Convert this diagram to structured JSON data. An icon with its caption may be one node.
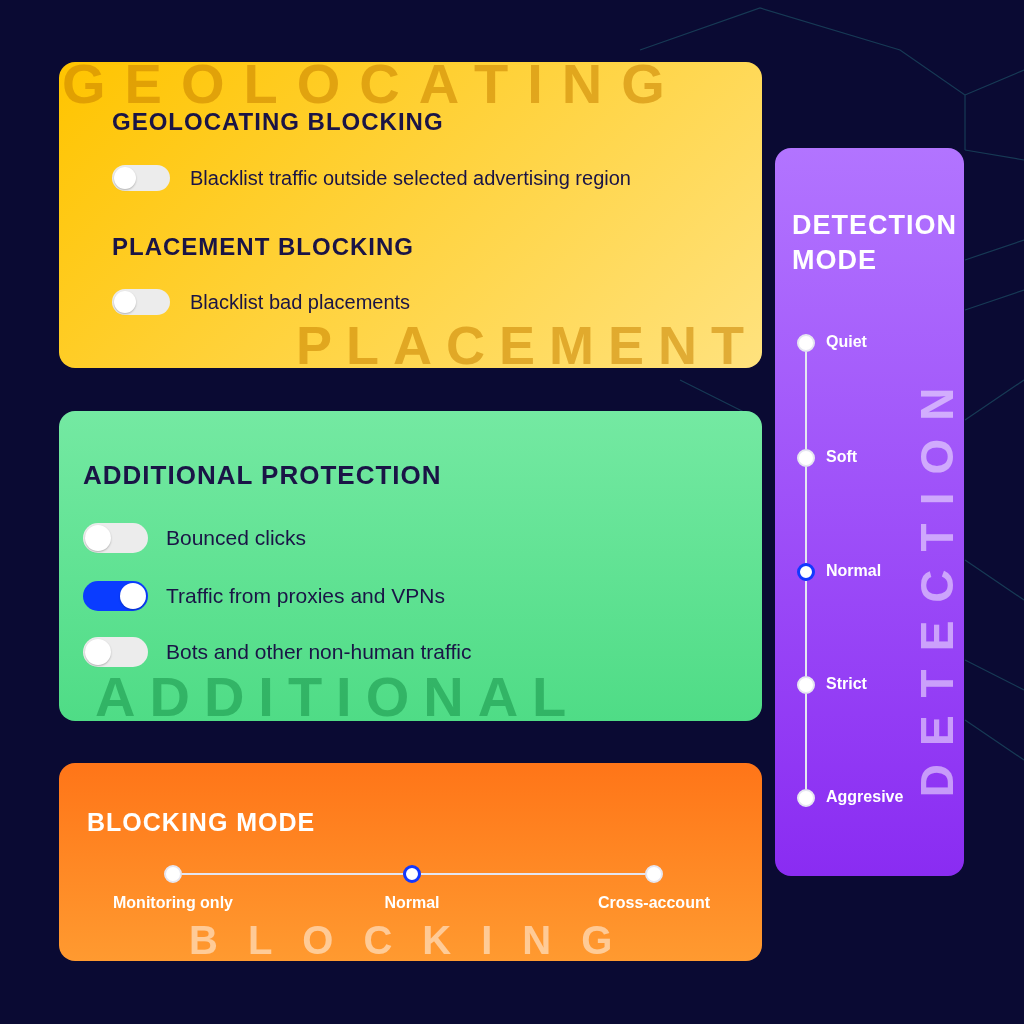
{
  "diagram": {
    "nodes": [
      {
        "text": [
          "GEOLOCATING",
          "GEOLOCATING BLOCKING",
          "PLACEMENT BLOCKING",
          "PLACEMENT"
        ]
      },
      {
        "text": [
          "Blacklist traffic outside selected advertising region"
        ],
        "in": 0
      },
      {
        "text": [
          "Blacklist bad placements"
        ],
        "in": 0
      },
      {
        "text": [
          "ADDITIONAL PROTECTION",
          "ADDITIONAL"
        ]
      },
      {
        "text": [
          "Bounced clicks"
        ],
        "in": 3
      },
      {
        "text": [
          "Traffic from proxies and VPNs"
        ],
        "in": 3
      },
      {
        "text": [
          "Bots and other non-human traffic"
        ],
        "in": 3
      },
      {
        "text": [
          "BLOCKING MODE",
          "BLOCKING"
        ]
      },
      {
        "text": [
          "Monitoring only"
        ],
        "in": 7
      },
      {
        "text": [
          "Normal"
        ],
        "in": 7
      },
      {
        "text": [
          "Cross-account"
        ],
        "in": 7
      },
      {
        "text": [
          "DETECTION MODE",
          "DETECTION"
        ]
      },
      {
        "text": [
          "Quiet"
        ],
        "in": 11
      },
      {
        "text": [
          "Soft"
        ],
        "in": 11
      },
      {
        "text": [
          "Normal"
        ],
        "in": 11
      },
      {
        "text": [
          "Strict"
        ],
        "in": 11
      },
      {
        "text": [
          "Aggresive"
        ],
        "in": 11
      }
    ],
    "edges": [
      {
        "from": 8,
        "to": 9,
        "arrow": "none"
      },
      {
        "from": 9,
        "to": 10,
        "arrow": "none"
      },
      {
        "from": 12,
        "to": 13,
        "arrow": "none"
      },
      {
        "from": 13,
        "to": 14,
        "arrow": "none"
      },
      {
        "from": 14,
        "to": 15,
        "arrow": "none"
      },
      {
        "from": 15,
        "to": 16,
        "arrow": "none"
      }
    ]
  }
}
